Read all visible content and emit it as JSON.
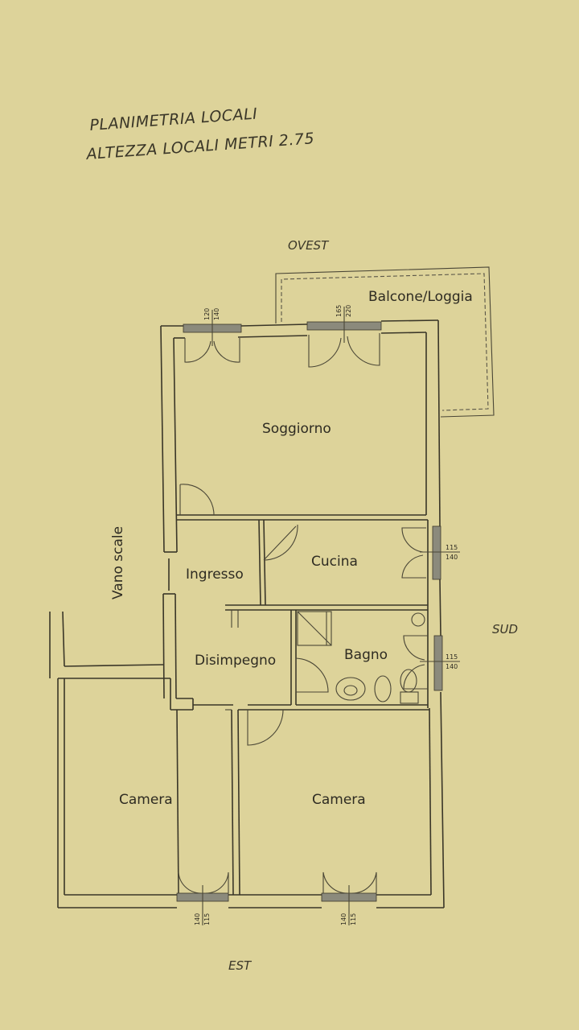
{
  "header": {
    "line1": "PLANIMETRIA LOCALI",
    "line2": "ALTEZZA LOCALI METRI 2.75"
  },
  "compass": {
    "north": "OVEST",
    "south": "EST",
    "east": "SUD"
  },
  "rooms": {
    "balcone": "Balcone/Loggia",
    "soggiorno": "Soggiorno",
    "cucina": "Cucina",
    "ingresso": "Ingresso",
    "disimpegno": "Disimpegno",
    "bagno": "Bagno",
    "camera_left": "Camera",
    "camera_right": "Camera",
    "vano_scale": "Vano scale"
  },
  "windows": {
    "soggiorno_left": [
      "120",
      "140"
    ],
    "soggiorno_right": [
      "165",
      "220"
    ],
    "cucina": [
      "115",
      "140"
    ],
    "bagno": [
      "115",
      "140"
    ],
    "camera_left": [
      "140",
      "115"
    ],
    "camera_right": [
      "140",
      "115"
    ]
  }
}
